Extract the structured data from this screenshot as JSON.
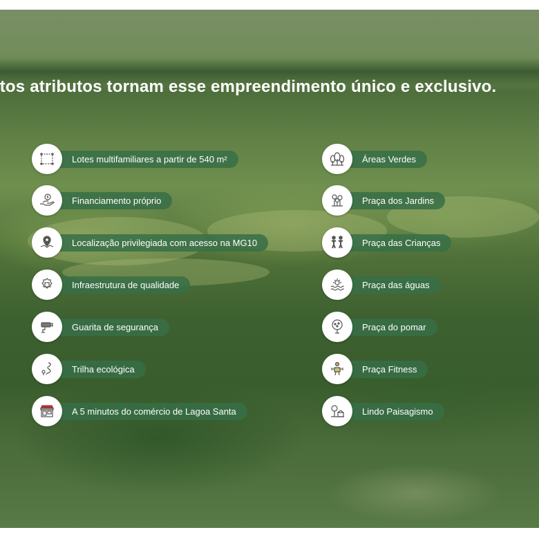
{
  "headline": "uitos atributos tornam esse empreendimento único e exclusivo.",
  "left_items": [
    {
      "label": "Lotes multifamiliares a partir de 540 m²",
      "icon": "lot-area-icon"
    },
    {
      "label": "Financiamento próprio",
      "icon": "money-hand-icon"
    },
    {
      "label": "Localização privilegiada com acesso na MG10",
      "icon": "location-pin-icon"
    },
    {
      "label": "Infraestrutura de qualidade",
      "icon": "infrastructure-icon"
    },
    {
      "label": "Guarita de segurança",
      "icon": "security-camera-icon"
    },
    {
      "label": "Trilha ecológica",
      "icon": "trail-icon"
    },
    {
      "label": "A 5 minutos do comércio de Lagoa Santa",
      "icon": "storefront-icon"
    }
  ],
  "right_items": [
    {
      "label": "Áreas Verdes",
      "icon": "trees-icon"
    },
    {
      "label": "Praça dos Jardins",
      "icon": "flowers-icon"
    },
    {
      "label": "Praça das Crianças",
      "icon": "children-icon"
    },
    {
      "label": "Praça das águas",
      "icon": "water-sun-icon"
    },
    {
      "label": "Praça do pomar",
      "icon": "fruit-tree-icon"
    },
    {
      "label": "Praça Fitness",
      "icon": "fitness-icon"
    },
    {
      "label": "Lindo Paisagismo",
      "icon": "landscape-icon"
    }
  ],
  "colors": {
    "label_bg": "#376e46",
    "icon_stroke": "#555555",
    "text": "#ffffff"
  }
}
